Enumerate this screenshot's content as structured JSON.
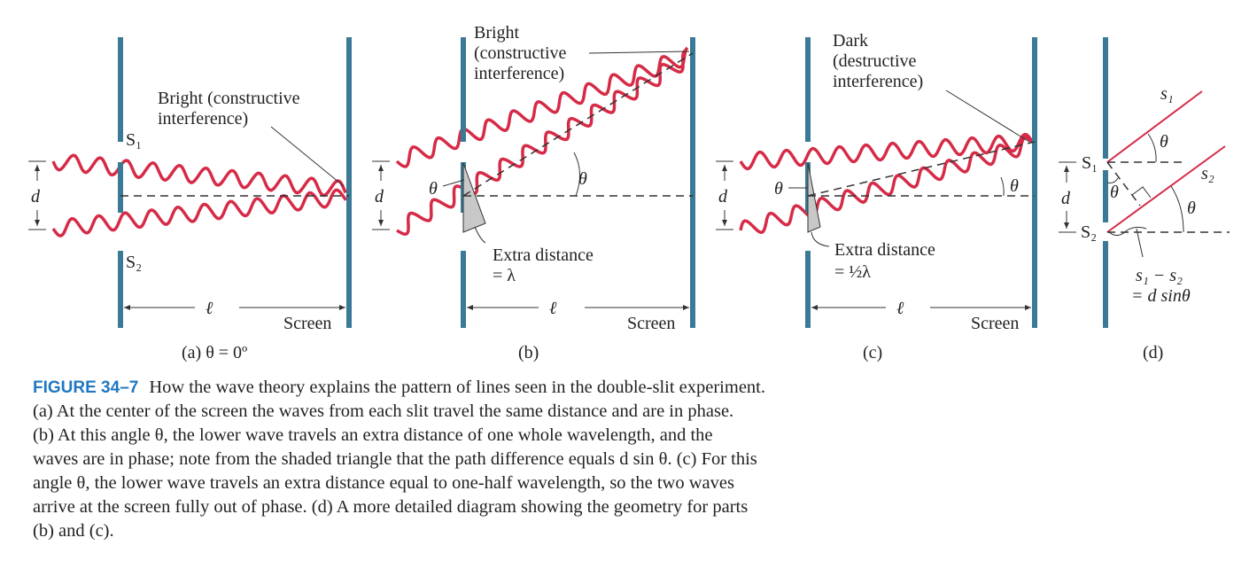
{
  "colors": {
    "barrier": "#3a7a96",
    "wave": "#d62b47",
    "caption_label": "#1f78c1"
  },
  "panel_a": {
    "annotation_line1": "Bright (constructive",
    "annotation_line2": "interference)",
    "s1": "S₁",
    "s2": "S₂",
    "d": "d",
    "ell": "ℓ",
    "screen": "Screen",
    "caption": "(a) θ = 0º"
  },
  "panel_b": {
    "annotation_line1": "Bright",
    "annotation_line2": "(constructive",
    "annotation_line3": "interference)",
    "theta_left": "θ",
    "theta_right": "θ",
    "d": "d",
    "extra_line1": "Extra distance",
    "extra_line2": "= λ",
    "ell": "ℓ",
    "screen": "Screen",
    "caption": "(b)"
  },
  "panel_c": {
    "annotation_line1": "Dark",
    "annotation_line2": "(destructive",
    "annotation_line3": "interference)",
    "theta_left": "θ",
    "theta_right": "θ",
    "d": "d",
    "extra_line1": "Extra distance",
    "extra_line2": "= ½λ",
    "ell": "ℓ",
    "screen": "Screen",
    "caption": "(c)"
  },
  "panel_d": {
    "s1_ray": "s₁",
    "s2_ray": "s₂",
    "S1": "S₁",
    "S2": "S₂",
    "theta1": "θ",
    "theta2": "θ",
    "theta3": "θ",
    "d": "d",
    "formula_line1": "s₁ − s₂",
    "formula_line2": "= d sinθ",
    "caption": "(d)"
  },
  "caption": {
    "label": "FIGURE 34–7",
    "lines": [
      "How the wave theory explains the pattern of lines seen in the double-slit experiment.",
      "(a) At the center of the screen the waves from each slit travel the same distance and are in phase.",
      "(b) At this angle θ, the lower wave travels an extra distance of one whole wavelength, and the",
      "waves are in phase; note from the shaded triangle that the path difference equals d sin θ. (c) For this",
      "angle θ, the lower wave travels an extra distance equal to one-half wavelength, so the two waves",
      "arrive at the screen fully out of phase. (d) A more detailed diagram showing the geometry for parts",
      "(b) and (c)."
    ]
  }
}
